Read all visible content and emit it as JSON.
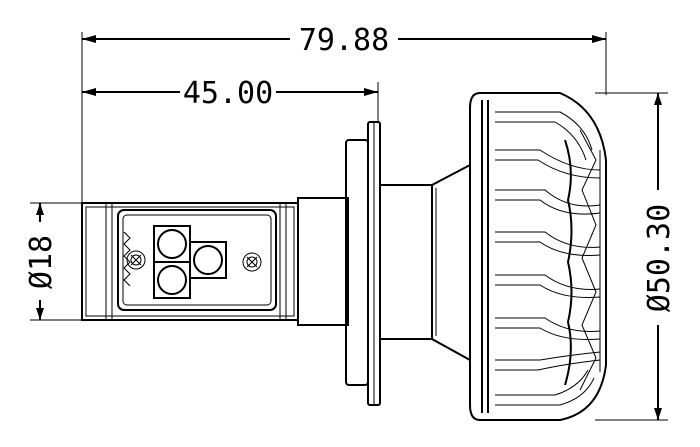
{
  "dimensions": {
    "overall_length": "79.88",
    "base_length": "45.00",
    "base_diameter": "Ø18",
    "head_diameter": "Ø50.30"
  },
  "colors": {
    "line": "#000000",
    "background": "#ffffff"
  }
}
